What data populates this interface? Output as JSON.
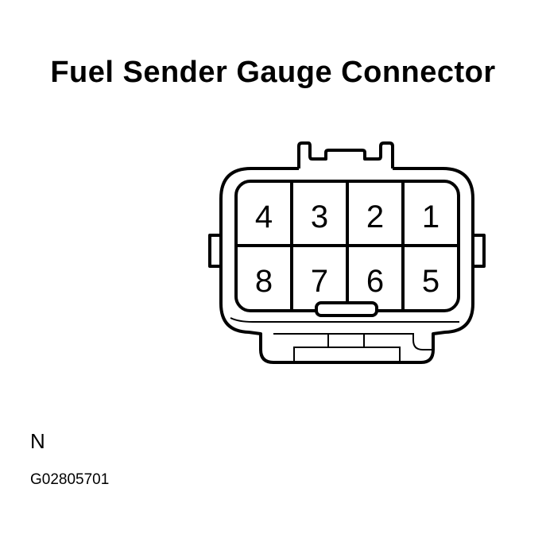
{
  "title": "Fuel Sender Gauge Connector",
  "connector": {
    "pins_top_row": [
      "4",
      "3",
      "2",
      "1"
    ],
    "pins_bottom_row": [
      "8",
      "7",
      "6",
      "5"
    ],
    "pin_count": 8
  },
  "view_letter": "N",
  "figure_code": "G02805701"
}
